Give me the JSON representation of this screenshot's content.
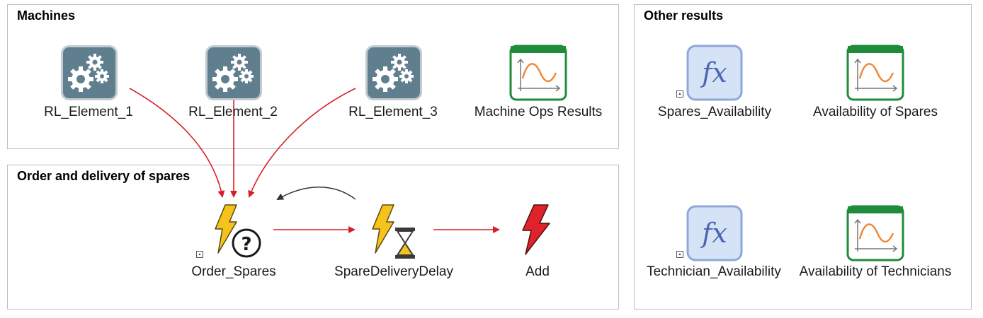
{
  "containers": {
    "machines": {
      "title": "Machines"
    },
    "order_delivery": {
      "title": "Order and delivery of spares"
    },
    "other_results": {
      "title": "Other results"
    }
  },
  "nodes": {
    "rl_element_1": {
      "label": "RL_Element_1",
      "icon": "gears-icon"
    },
    "rl_element_2": {
      "label": "RL_Element_2",
      "icon": "gears-icon"
    },
    "rl_element_3": {
      "label": "RL_Element_3",
      "icon": "gears-icon"
    },
    "machine_ops_results": {
      "label": "Machine Ops Results",
      "icon": "result-chart-icon"
    },
    "order_spares": {
      "label": "Order_Spares",
      "icon": "conditional-event-icon"
    },
    "spare_delivery_delay": {
      "label": "SpareDeliveryDelay",
      "icon": "delayed-event-icon"
    },
    "add": {
      "label": "Add",
      "icon": "event-icon"
    },
    "spares_availability": {
      "label": "Spares_Availability",
      "icon": "function-icon"
    },
    "availability_of_spares": {
      "label": "Availability of Spares",
      "icon": "result-chart-icon"
    },
    "technician_availability": {
      "label": "Technician_Availability",
      "icon": "function-icon"
    },
    "availability_of_technicians": {
      "label": "Availability of Technicians",
      "icon": "result-chart-icon"
    }
  },
  "colors": {
    "gear_tile": "#5f7f8e",
    "event_bolt": "#f6c21c",
    "add_bolt": "#e0222a",
    "chart_green": "#1e8c3a",
    "function_fill": "#d6e2f5",
    "function_text": "#4a67b3",
    "red_arrow": "#d71e28",
    "black_arrow": "#333333"
  }
}
